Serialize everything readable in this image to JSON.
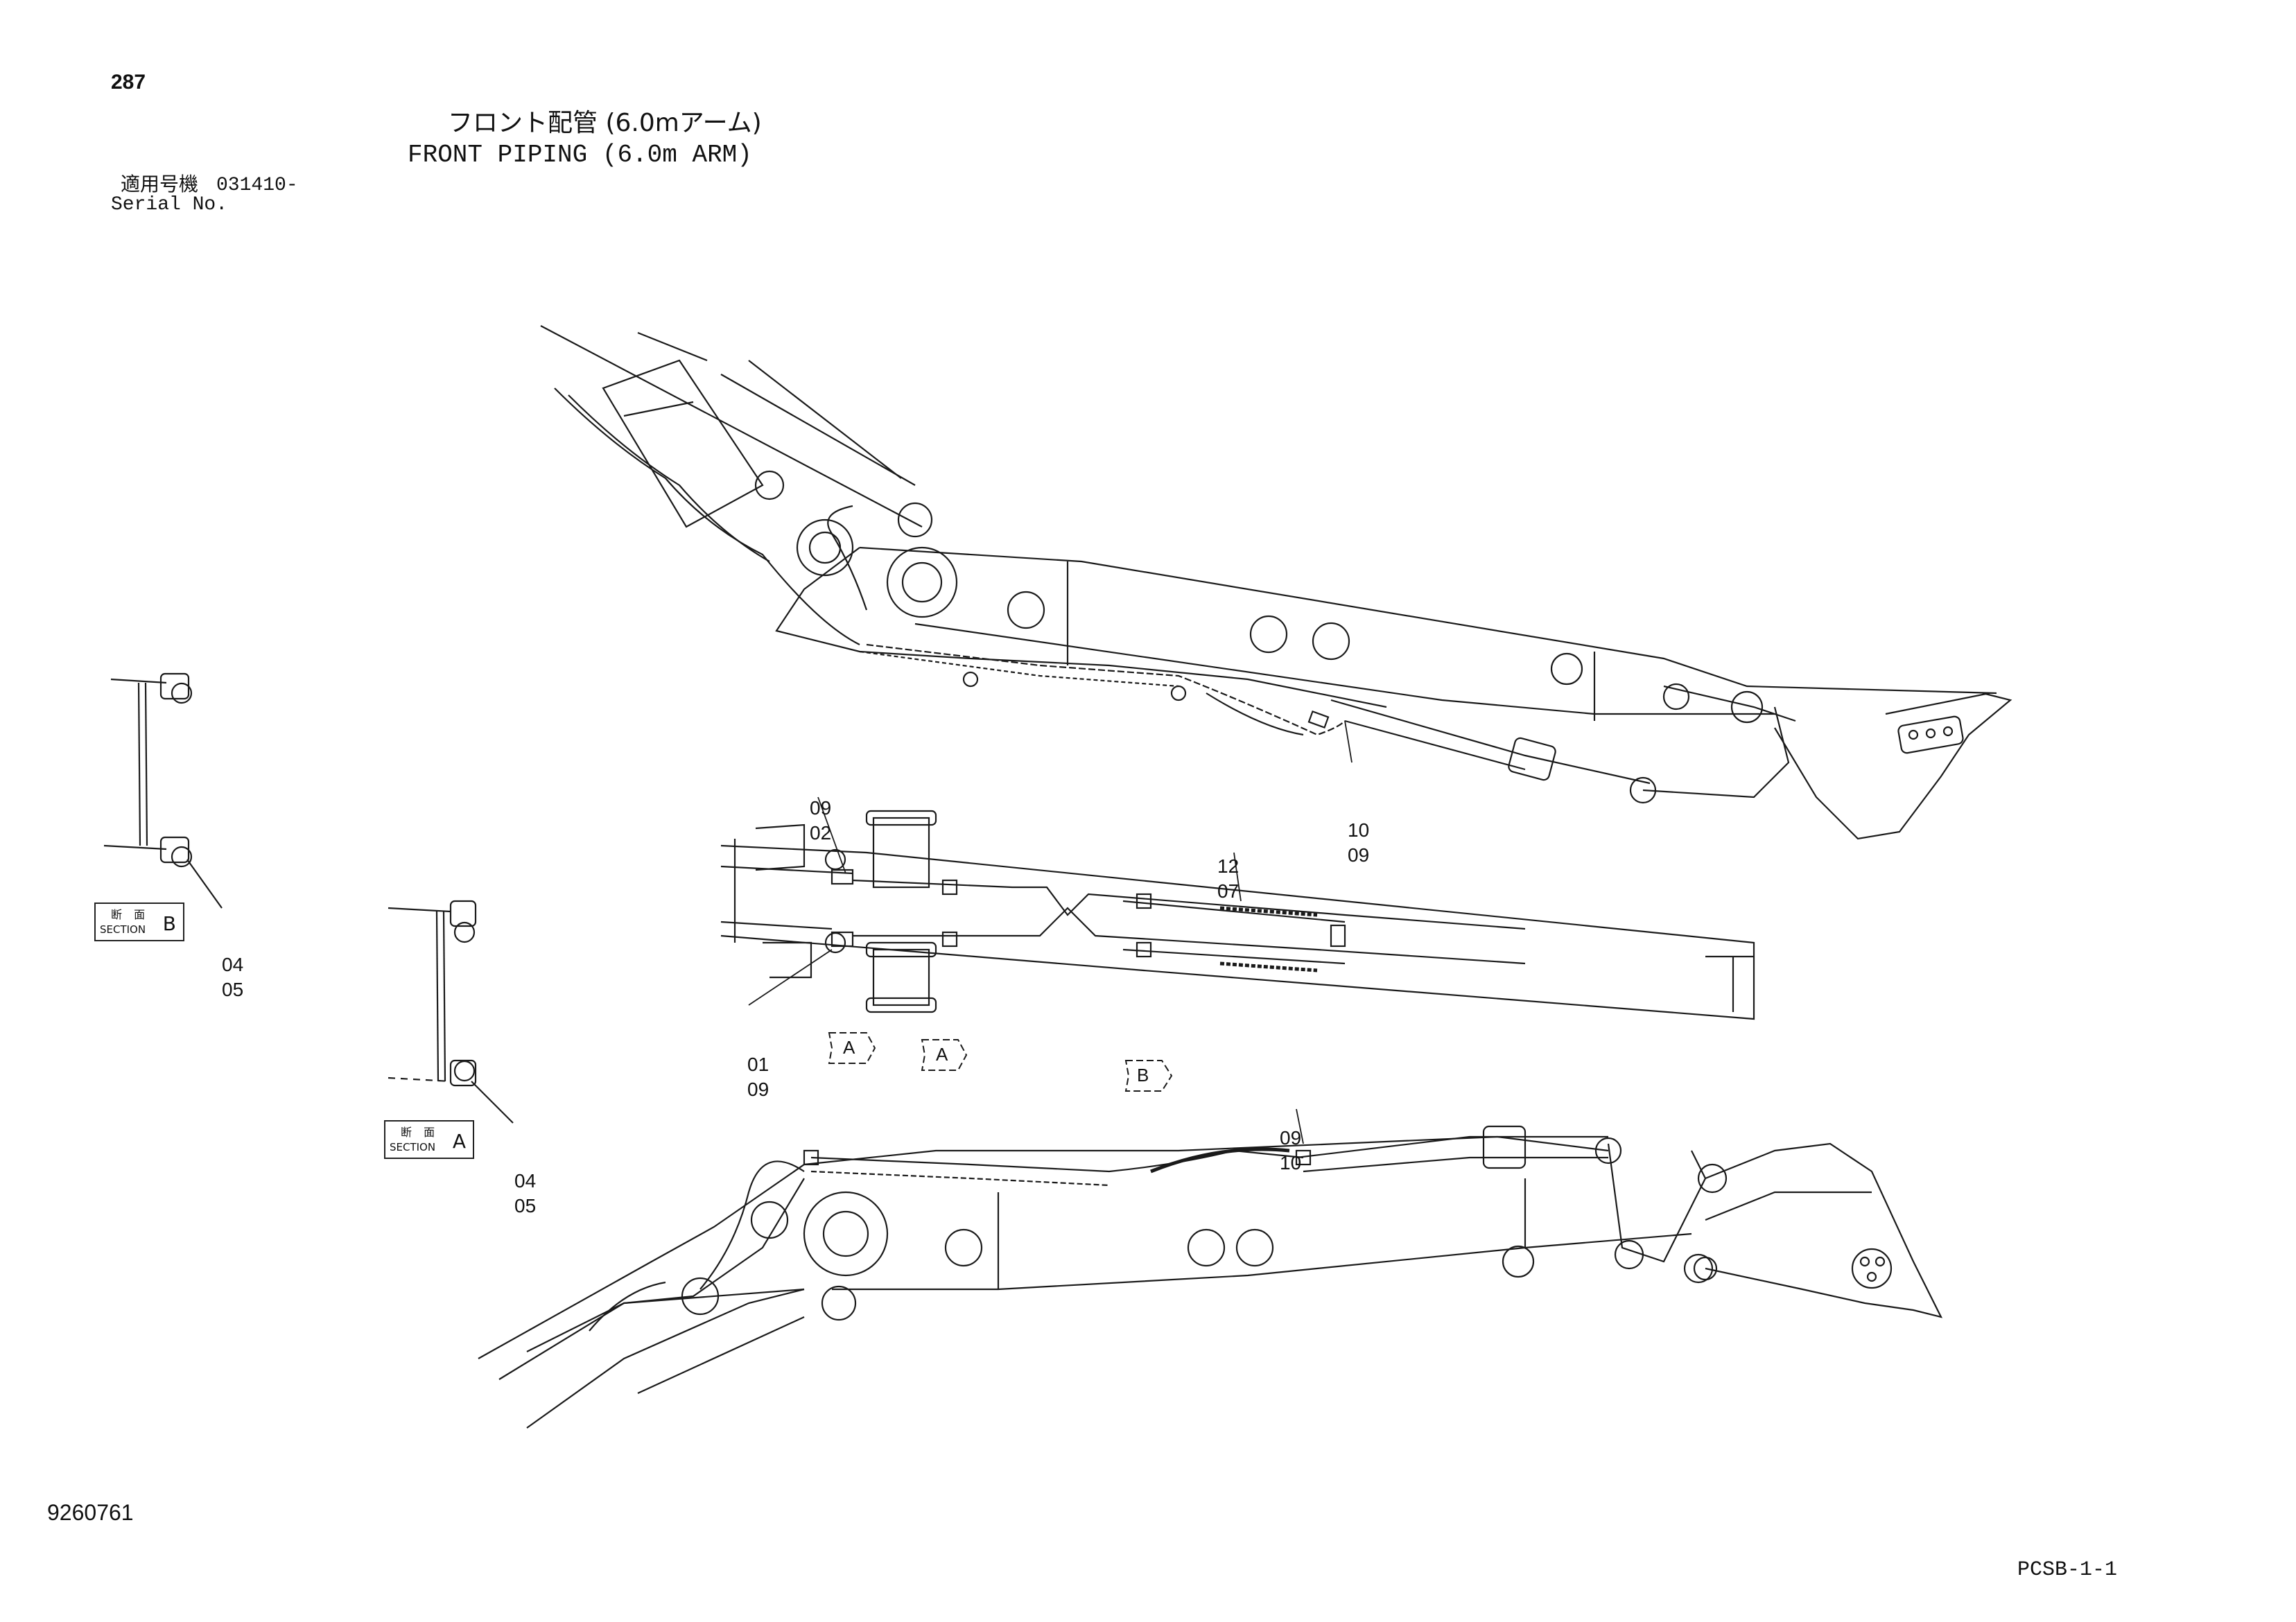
{
  "header": {
    "page_number": "287",
    "title_jp": "フロント配管 (6.0mアーム)",
    "title_en": "FRONT PIPING (6.0m ARM)",
    "serial_label_jp": "適用号機",
    "serial_value": "031410-",
    "serial_label_en": "Serial No."
  },
  "footer": {
    "document_number": "9260761",
    "sheet_code": "PCSB-1-1"
  },
  "callouts": {
    "c0902": [
      "09",
      "02"
    ],
    "c0109": [
      "01",
      "09"
    ],
    "c1207": [
      "12",
      "07"
    ],
    "c1009": [
      "10",
      "09"
    ],
    "c0910": [
      "09",
      "10"
    ],
    "c0405b": [
      "04",
      "05"
    ],
    "c0405a": [
      "04",
      "05"
    ]
  },
  "sections": {
    "b": {
      "label_jp": "断 面",
      "label_en": "SECTION",
      "letter": "B"
    },
    "a": {
      "label_jp": "断 面",
      "label_en": "SECTION",
      "letter": "A"
    }
  },
  "view_arrows": {
    "first": "A",
    "second": "A",
    "third": "B"
  },
  "colors": {
    "line": "#1a1a1a",
    "background": "#ffffff"
  }
}
